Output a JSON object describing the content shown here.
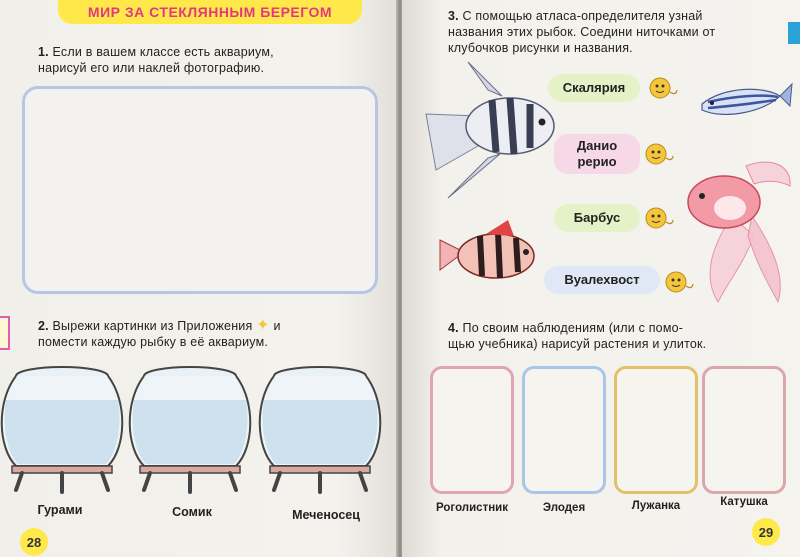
{
  "left_page": {
    "chapter_title": "МИР ЗА СТЕКЛЯННЫМ БЕРЕГОМ",
    "task1": {
      "number": "1.",
      "line1": "Если в вашем классе есть аквариум,",
      "line2": "нарисуй его или наклей фотографию."
    },
    "task2": {
      "number": "2.",
      "line1": "Вырежи картинки из Приложения",
      "line1_end": "и",
      "line2": "помести каждую рыбку в её аквариум."
    },
    "aquariums": [
      {
        "label": "Гурами"
      },
      {
        "label": "Сомик"
      },
      {
        "label": "Меченосец"
      }
    ],
    "page_number": "28"
  },
  "right_page": {
    "task3": {
      "number": "3.",
      "line1": "С помощью атласа-определителя узнай",
      "line2": "названия этих рыбок. Соедини ниточками от",
      "line3": "клубочков рисунки и названия."
    },
    "fish_names": [
      {
        "label": "Скалярия"
      },
      {
        "label_line1": "Данио",
        "label_line2": "рерио"
      },
      {
        "label": "Барбус"
      },
      {
        "label": "Вуалехвост"
      }
    ],
    "task4": {
      "number": "4.",
      "line1": "По своим наблюдениям (или с помо-",
      "line2": "щью учебника) нарисуй растения и улиток."
    },
    "plants": [
      {
        "label": "Роголистник",
        "border": "#e2a3b6"
      },
      {
        "label": "Элодея",
        "border": "#a9c6e8"
      },
      {
        "label": "Лужанка",
        "border": "#e5c06a"
      },
      {
        "label": "Катушка",
        "border": "#d9a8a8"
      }
    ],
    "page_number": "29"
  },
  "colors": {
    "banner": "#ffe94a",
    "banner_text": "#e2387e",
    "frame": "#b7c5e6",
    "water": "#cfe0ee"
  }
}
